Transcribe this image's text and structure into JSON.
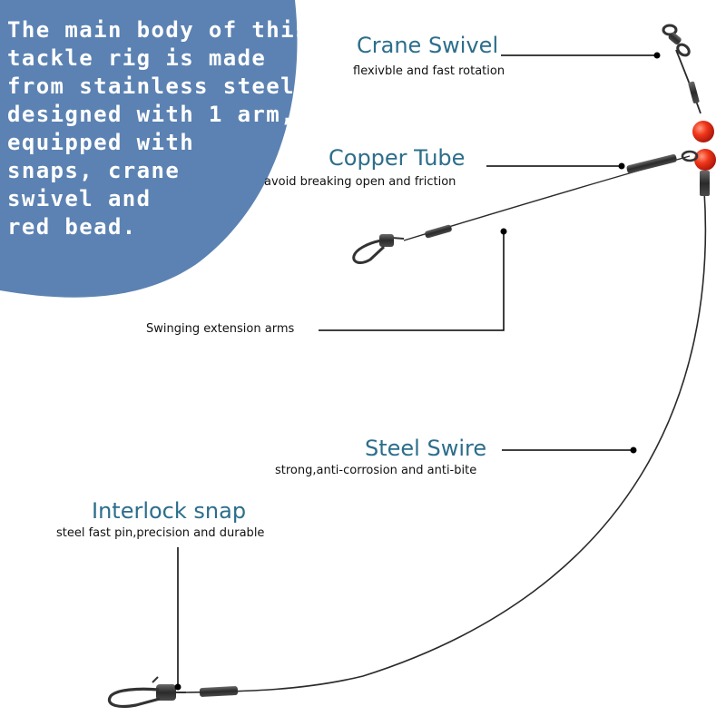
{
  "headline": {
    "lines": [
      "The main body of this",
      "tackle rig is made",
      "from stainless steel,",
      "designed with 1 arm,",
      "equipped with",
      "snaps, crane",
      "swivel and",
      "red bead."
    ]
  },
  "callouts": {
    "crane_swivel": {
      "title": "Crane Swivel",
      "subtitle": "flexivble and fast rotation"
    },
    "copper_tube": {
      "title": "Copper Tube",
      "subtitle": "avoid breaking open and friction"
    },
    "swinging_arms": {
      "subtitle": "Swinging extension arms"
    },
    "steel_wire": {
      "title": "Steel Swire",
      "subtitle": "strong,anti-corrosion and anti-bite"
    },
    "interlock_snap": {
      "title": "Interlock snap",
      "subtitle": "steel fast pin,precision and durable"
    }
  },
  "colors": {
    "panel": "#5b82b2",
    "title_text": "#2c6e8b",
    "bead": "#e62a14",
    "wire": "#2a2a2a"
  }
}
